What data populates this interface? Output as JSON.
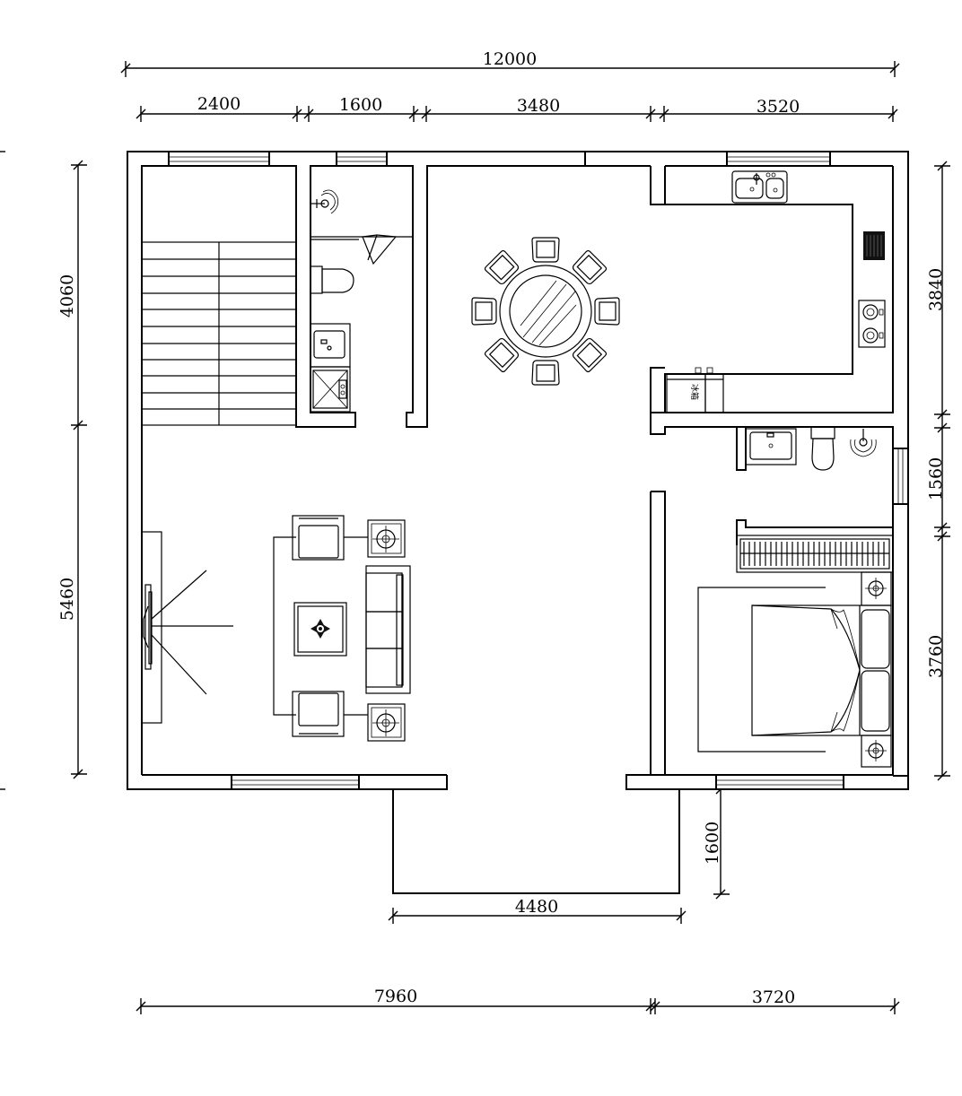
{
  "dimensions": {
    "top_total": "12000",
    "top_segments": [
      "2400",
      "1600",
      "3480",
      "3520"
    ],
    "left_segments": [
      "4060",
      "5460"
    ],
    "right_segments": [
      "3840",
      "1560",
      "3760"
    ],
    "balcony_width": "4480",
    "balcony_depth": "1600",
    "bottom_segments": [
      "7960",
      "3720"
    ]
  },
  "labels": {
    "fridge_text": "冰箱"
  }
}
